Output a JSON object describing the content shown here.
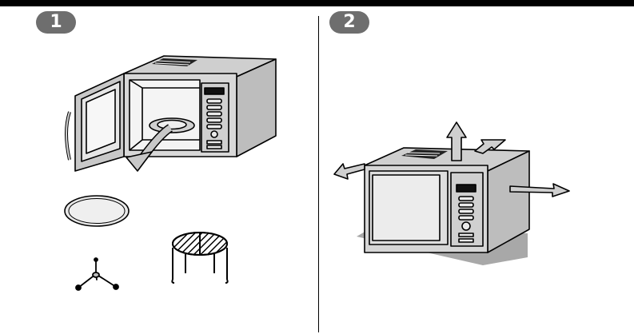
{
  "steps": [
    {
      "number": "1"
    },
    {
      "number": "2"
    }
  ],
  "illustrations": {
    "step1": [
      "microwave-open-door",
      "remove-arrow",
      "glass-turntable",
      "roller-ring",
      "low-rack"
    ],
    "step2": [
      "microwave-closed",
      "ventilation-arrows"
    ]
  },
  "colors": {
    "badge": "#6e6e6e",
    "panel_gray": "#c8c8c8",
    "shadow_gray": "#a8a8a8",
    "outline": "#000000"
  }
}
